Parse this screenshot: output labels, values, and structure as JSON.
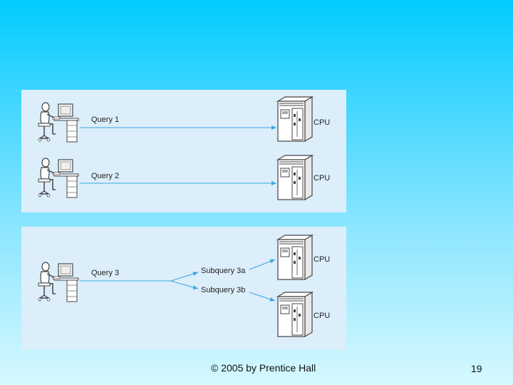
{
  "slide": {
    "footer": "© 2005 by Prentice Hall",
    "page_number": "19"
  },
  "panel_top": {
    "query1_label": "Query 1",
    "query2_label": "Query 2",
    "cpu1_label": "CPU",
    "cpu2_label": "CPU"
  },
  "panel_bottom": {
    "query3_label": "Query 3",
    "subquery_a_label": "Subquery 3a",
    "subquery_b_label": "Subquery 3b",
    "cpu1_label": "CPU",
    "cpu2_label": "CPU"
  },
  "colors": {
    "arrow": "#3aa6e0",
    "panel": "#dceefa"
  }
}
